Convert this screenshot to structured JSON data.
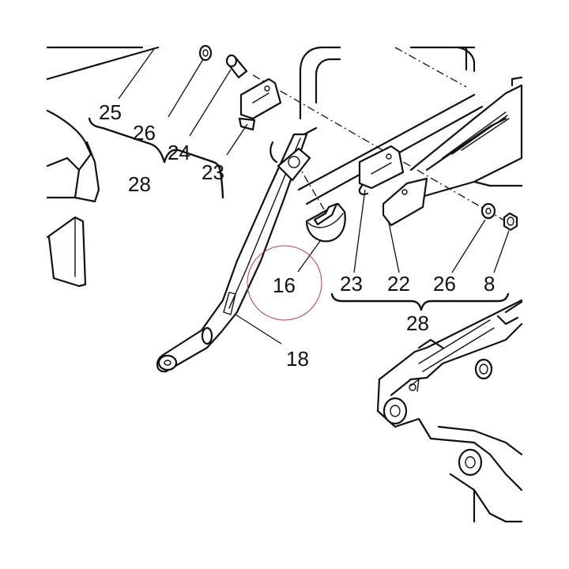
{
  "callouts": [
    {
      "id": "c25",
      "text": "25"
    },
    {
      "id": "c26a",
      "text": "26"
    },
    {
      "id": "c24",
      "text": "24"
    },
    {
      "id": "c23a",
      "text": "23"
    },
    {
      "id": "c28a",
      "text": "28"
    },
    {
      "id": "c16",
      "text": "16"
    },
    {
      "id": "c18",
      "text": "18"
    },
    {
      "id": "c23b",
      "text": "23"
    },
    {
      "id": "c22",
      "text": "22"
    },
    {
      "id": "c26b",
      "text": "26"
    },
    {
      "id": "c8",
      "text": "8"
    },
    {
      "id": "c28b",
      "text": "28"
    }
  ],
  "colors": {
    "line": "#111111",
    "background": "#ffffff",
    "highlight_circle": "#b0405a"
  }
}
